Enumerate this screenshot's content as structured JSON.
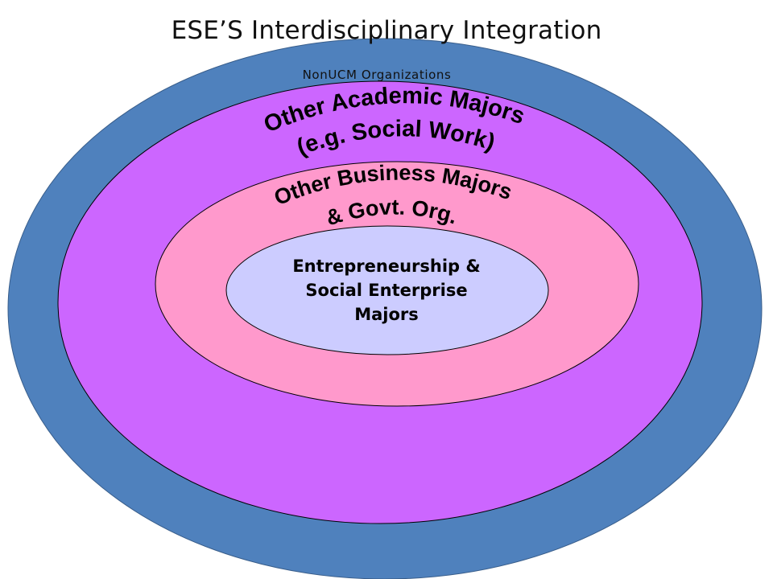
{
  "title": "ESE’S Interdisciplinary Integration",
  "rings": {
    "outer": {
      "label": "NonUCM Organizations",
      "color": "#4f81bd"
    },
    "academic": {
      "line1": "Other Academic Majors",
      "line2": "(e.g. Social Work)",
      "color": "#cc66ff"
    },
    "business": {
      "line1": "Other Business Majors",
      "line2": "& Govt. Org.",
      "color": "#ff99cc"
    },
    "core": {
      "line1": "Entrepreneurship &",
      "line2": "Social Enterprise",
      "line3": "Majors",
      "color": "#ccccff"
    }
  }
}
